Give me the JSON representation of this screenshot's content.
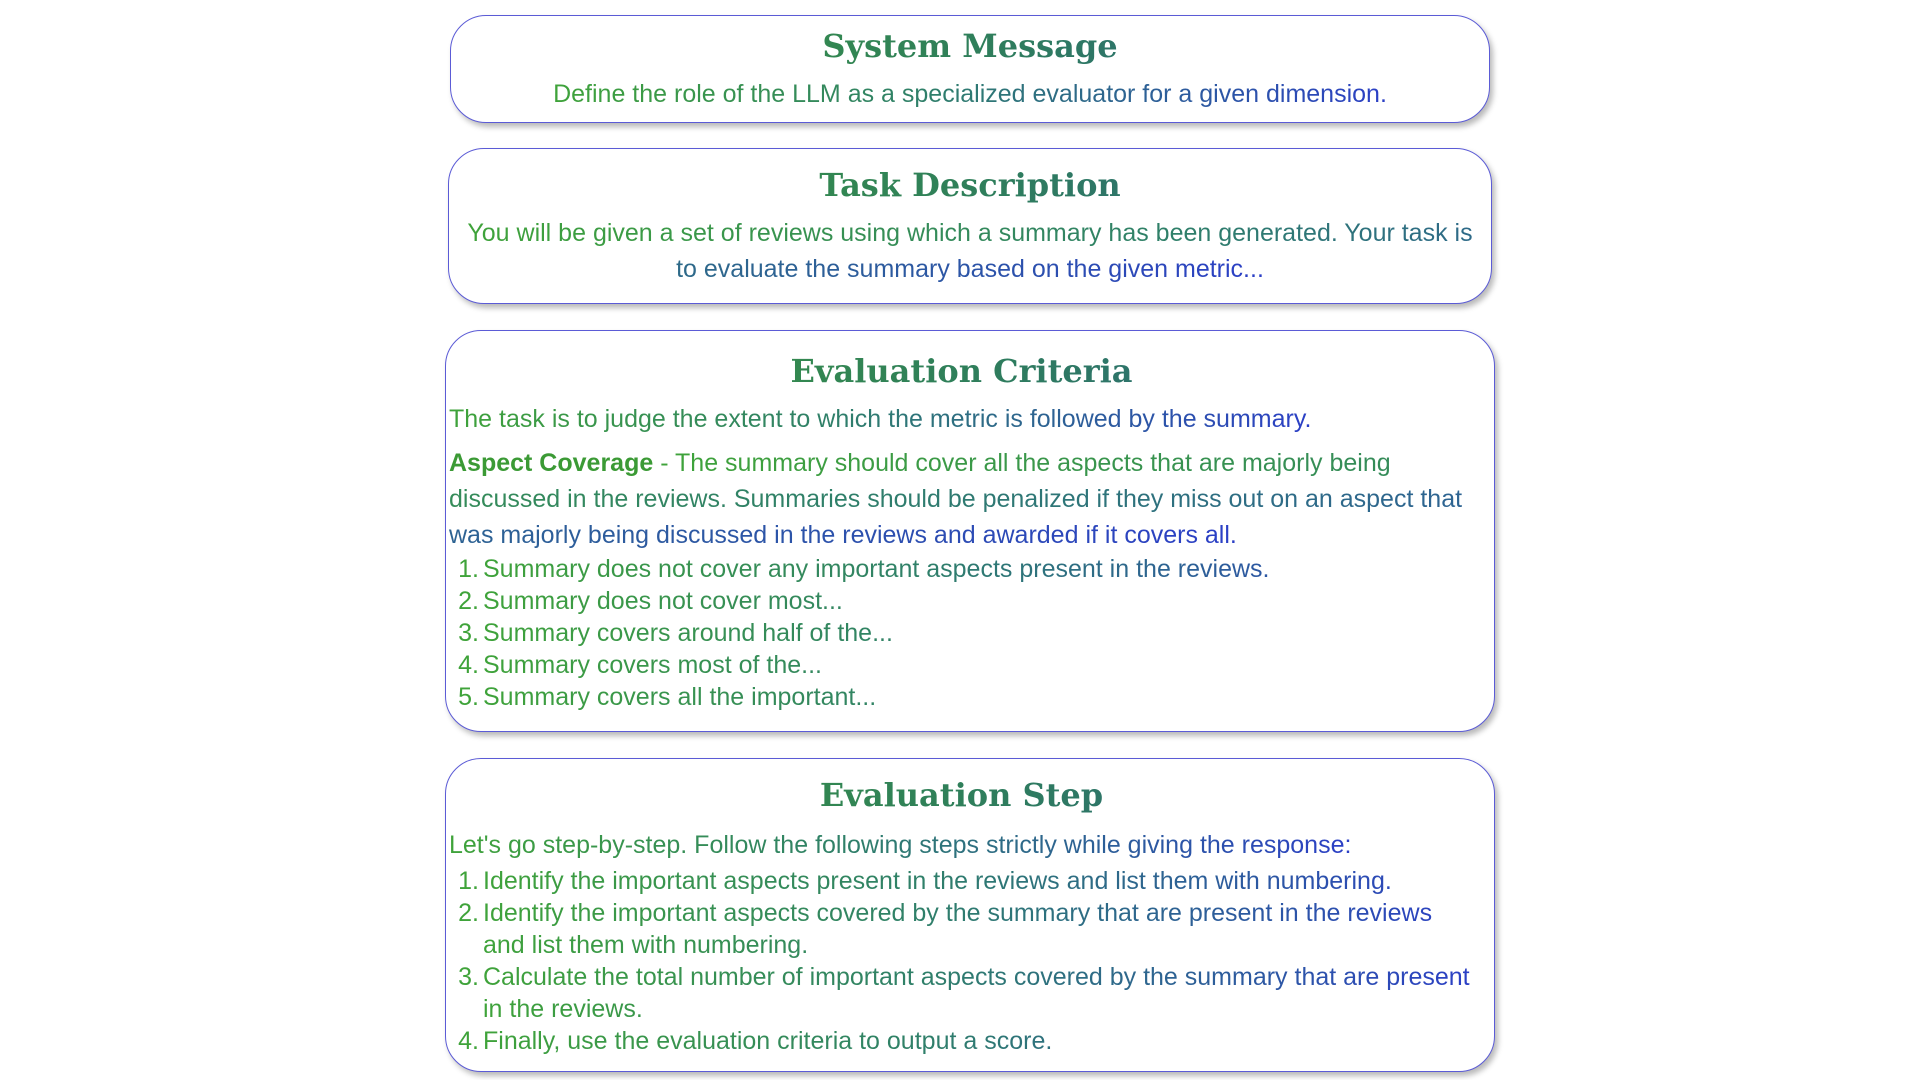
{
  "system_message": {
    "title": "System Message",
    "body": "Define the role of the LLM as a specialized evaluator for a given dimension."
  },
  "task_description": {
    "title": "Task Description",
    "body": "You will be given a set of reviews using which a summary has been generated. Your task is to evaluate the summary based on the given metric..."
  },
  "evaluation_criteria": {
    "title": "Evaluation Criteria",
    "intro": "The task is to judge the extent to which the metric is followed by the summary.",
    "aspect_name": "Aspect Coverage",
    "aspect_text": " - The summary should cover all the aspects that are majorly being discussed in the reviews. Summaries should be penalized if they miss out on an aspect that was majorly being discussed in the reviews and awarded if it covers all.",
    "scale": [
      {
        "num": "1.",
        "text": "Summary does not cover any important aspects present in the reviews."
      },
      {
        "num": "2.",
        "text": "Summary does not cover most..."
      },
      {
        "num": "3.",
        "text": "Summary covers around half of the..."
      },
      {
        "num": "4.",
        "text": "Summary covers most of the..."
      },
      {
        "num": "5.",
        "text": "Summary covers all the important..."
      }
    ]
  },
  "evaluation_step": {
    "title": "Evaluation Step",
    "intro": "Let's go step-by-step. Follow the following steps strictly while giving the response:",
    "steps": [
      {
        "num": "1.",
        "text": "Identify the important aspects present in the reviews and list them with numbering."
      },
      {
        "num": "2.",
        "text": "Identify the important aspects covered by the summary that are present in the reviews and list them with numbering."
      },
      {
        "num": "3.",
        "text": "Calculate the total number of important aspects covered by the summary that are present in the reviews."
      },
      {
        "num": "4.",
        "text": "Finally, use the evaluation criteria to output a score."
      }
    ]
  }
}
